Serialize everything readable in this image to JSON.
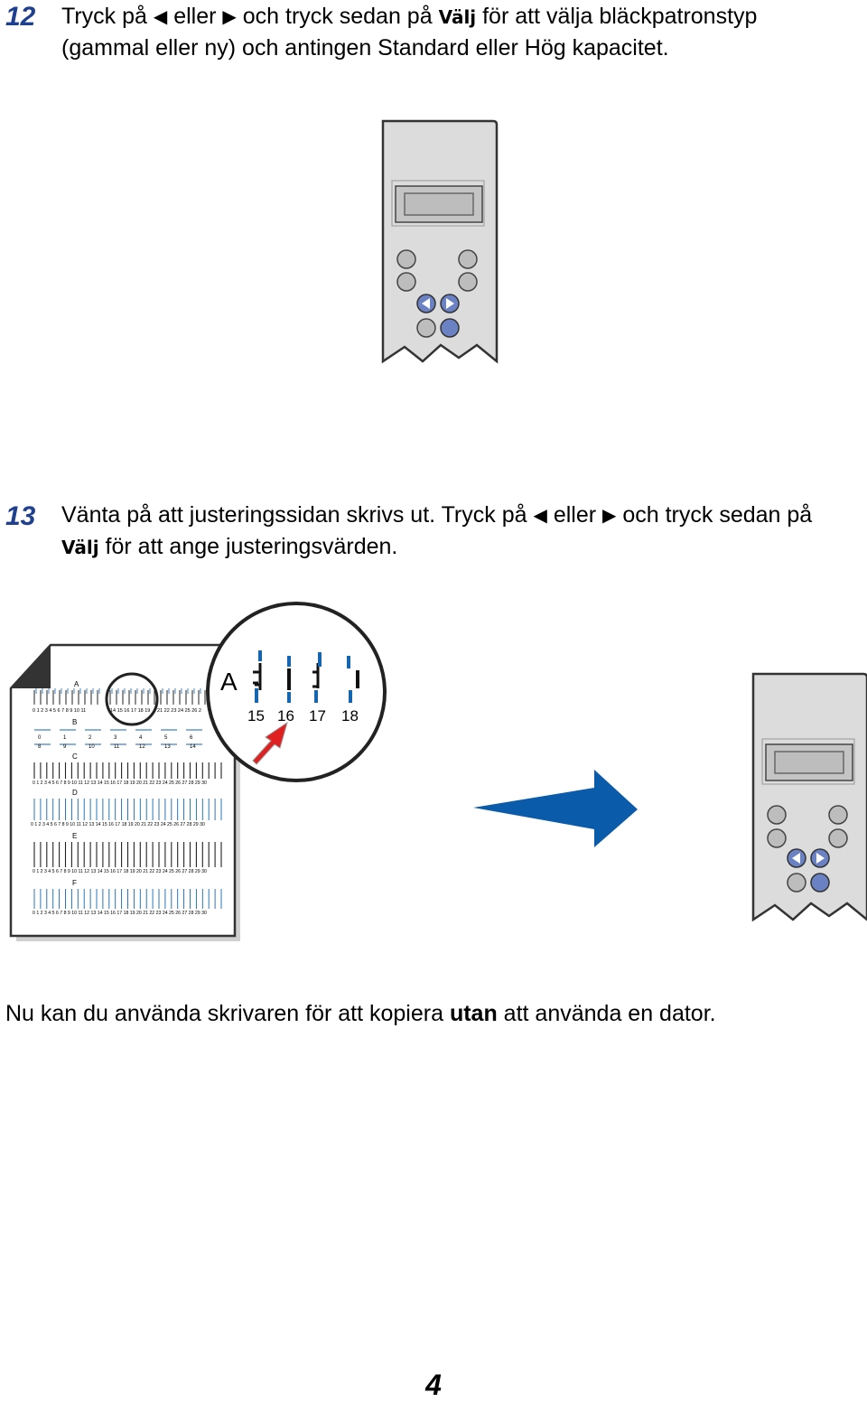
{
  "steps": [
    {
      "number": "12",
      "line1_a": "Tryck på",
      "line1_b": "eller",
      "line1_c": "och tryck sedan på",
      "key": "Välj",
      "line1_d": "för att välja bläckpatronstyp",
      "line2": "(gammal eller ny) och antingen Standard eller Hög kapacitet."
    },
    {
      "number": "13",
      "line1_a": "Vänta på att justeringssidan skrivs ut. Tryck på",
      "line1_b": "eller",
      "line1_c": "och tryck sedan på",
      "key": "Välj",
      "line2": "för att ange justeringsvärden."
    }
  ],
  "icons": {
    "left_arrow": "◀",
    "right_arrow": "▶"
  },
  "alignment_page": {
    "section_labels": [
      "A",
      "B",
      "C",
      "D",
      "E",
      "F"
    ],
    "row_a_numbers": "0 1 2 3 4 5 6 7 8 9 10 11",
    "row_a_numbers_2": "14 15 16 17 18 19",
    "row_a_numbers_3": "21 22 23 24 25 26 2",
    "row_b_numbers_1": [
      "0",
      "1",
      "2",
      "3",
      "4",
      "5",
      "6"
    ],
    "row_b_numbers_2": [
      "8",
      "9",
      "10",
      "11",
      "12",
      "13",
      "14"
    ],
    "full_row_numbers": "0 1 2 3 4 5 6 7 8 9 10 11 12 13 14 15 16 17 18 19 20 21 22 23 24 25 26 27 28 29 30"
  },
  "magnifier": {
    "label": "A",
    "numbers": [
      "15",
      "16",
      "17",
      "18"
    ]
  },
  "footer": {
    "before": "Nu kan du använda skrivaren för att kopiera ",
    "bold": "utan",
    "after": " att använda en dator."
  },
  "page_number": "4",
  "colors": {
    "step_number": "#1f3f8f",
    "accent_blue": "#1565b0",
    "arrow_red": "#e02020",
    "panel_gray": "#dcdcdc",
    "button_blue": "#6a82c4"
  }
}
